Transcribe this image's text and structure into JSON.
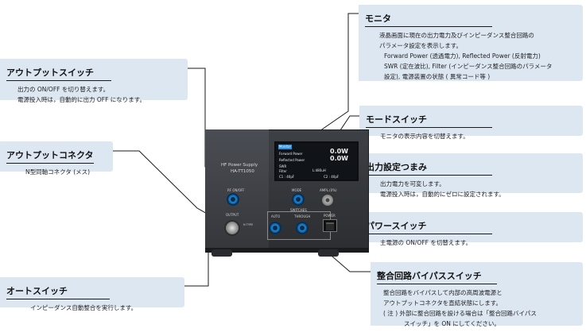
{
  "callouts": {
    "monitor": {
      "title": "モニタ",
      "lines": [
        "液晶画面に現在の出力電力及びインピーダンス整合回路の",
        "パラメータ設定を表示します。",
        "Forward Power (透過電力), Reflected Power (反射電力)",
        "SWR (定在波比), Filter (インピーダンス整合回路のパラメータ",
        "設定), 電源装置の状態 ( 異常コード等 )"
      ]
    },
    "output_switch": {
      "title": "アウトプットスイッチ",
      "lines": [
        "出力の ON/OFF を切り替えます。",
        "電源投入時は，自動的に出力 OFF になります。"
      ]
    },
    "output_connector": {
      "title": "アウトプットコネクタ",
      "lines": [
        "N型同軸コネクタ (メス)"
      ]
    },
    "mode_switch": {
      "title": "モードスイッチ",
      "lines": [
        "モニタの表示内容を切替えます。"
      ]
    },
    "output_knob": {
      "title": "出力設定つまみ",
      "lines": [
        "出力電力を可変します。",
        "電源投入時は，自動的にゼロに設定されます。"
      ]
    },
    "power_switch": {
      "title": "パワースイッチ",
      "lines": [
        "主電源の ON/OFF を切替えます。"
      ]
    },
    "bypass_switch": {
      "title": "整合回路バイパススイッチ",
      "lines": [
        "整合回路をバイパスして内部の高周波電源と",
        "アウトプットコネクタを直結状態にします。",
        "( 注 ) 外部に整合回路を設ける場合は「整合回路バイパス",
        "スイッチ」を ON にしてください。"
      ]
    },
    "auto_switch": {
      "title": "オートスイッチ",
      "lines": [
        "インピーダンス自動整合を実行します。"
      ]
    }
  },
  "device": {
    "brand_line1": "HF Power Supply",
    "brand_line2": "HA-TT1050",
    "lcd": {
      "tag": "Monitor",
      "row1_label": "Forward Power",
      "row1_value": "0.0W",
      "row2_label": "Reflected Power",
      "row2_value": "0.0W",
      "row3_label": "SWR",
      "row4_label": "Filter",
      "row4_value": "L:480uH",
      "row5": "C1 : 40pF",
      "row5b": "C2 : 40pF"
    },
    "label_output_sw": "RF ON/OFF",
    "label_output": "OUTPUT",
    "label_n_type": "N TYPE",
    "label_mode": "MODE",
    "label_ampl": "AMPL.(0%)",
    "label_switches": "SWITCHES",
    "label_auto": "AUTO",
    "label_through": "THROUGH",
    "label_power": "POWER"
  },
  "colors": {
    "callout_bg": "#dde7f2",
    "knob_blue": "#1e90e8",
    "leader_line": "#1a1a1a"
  }
}
